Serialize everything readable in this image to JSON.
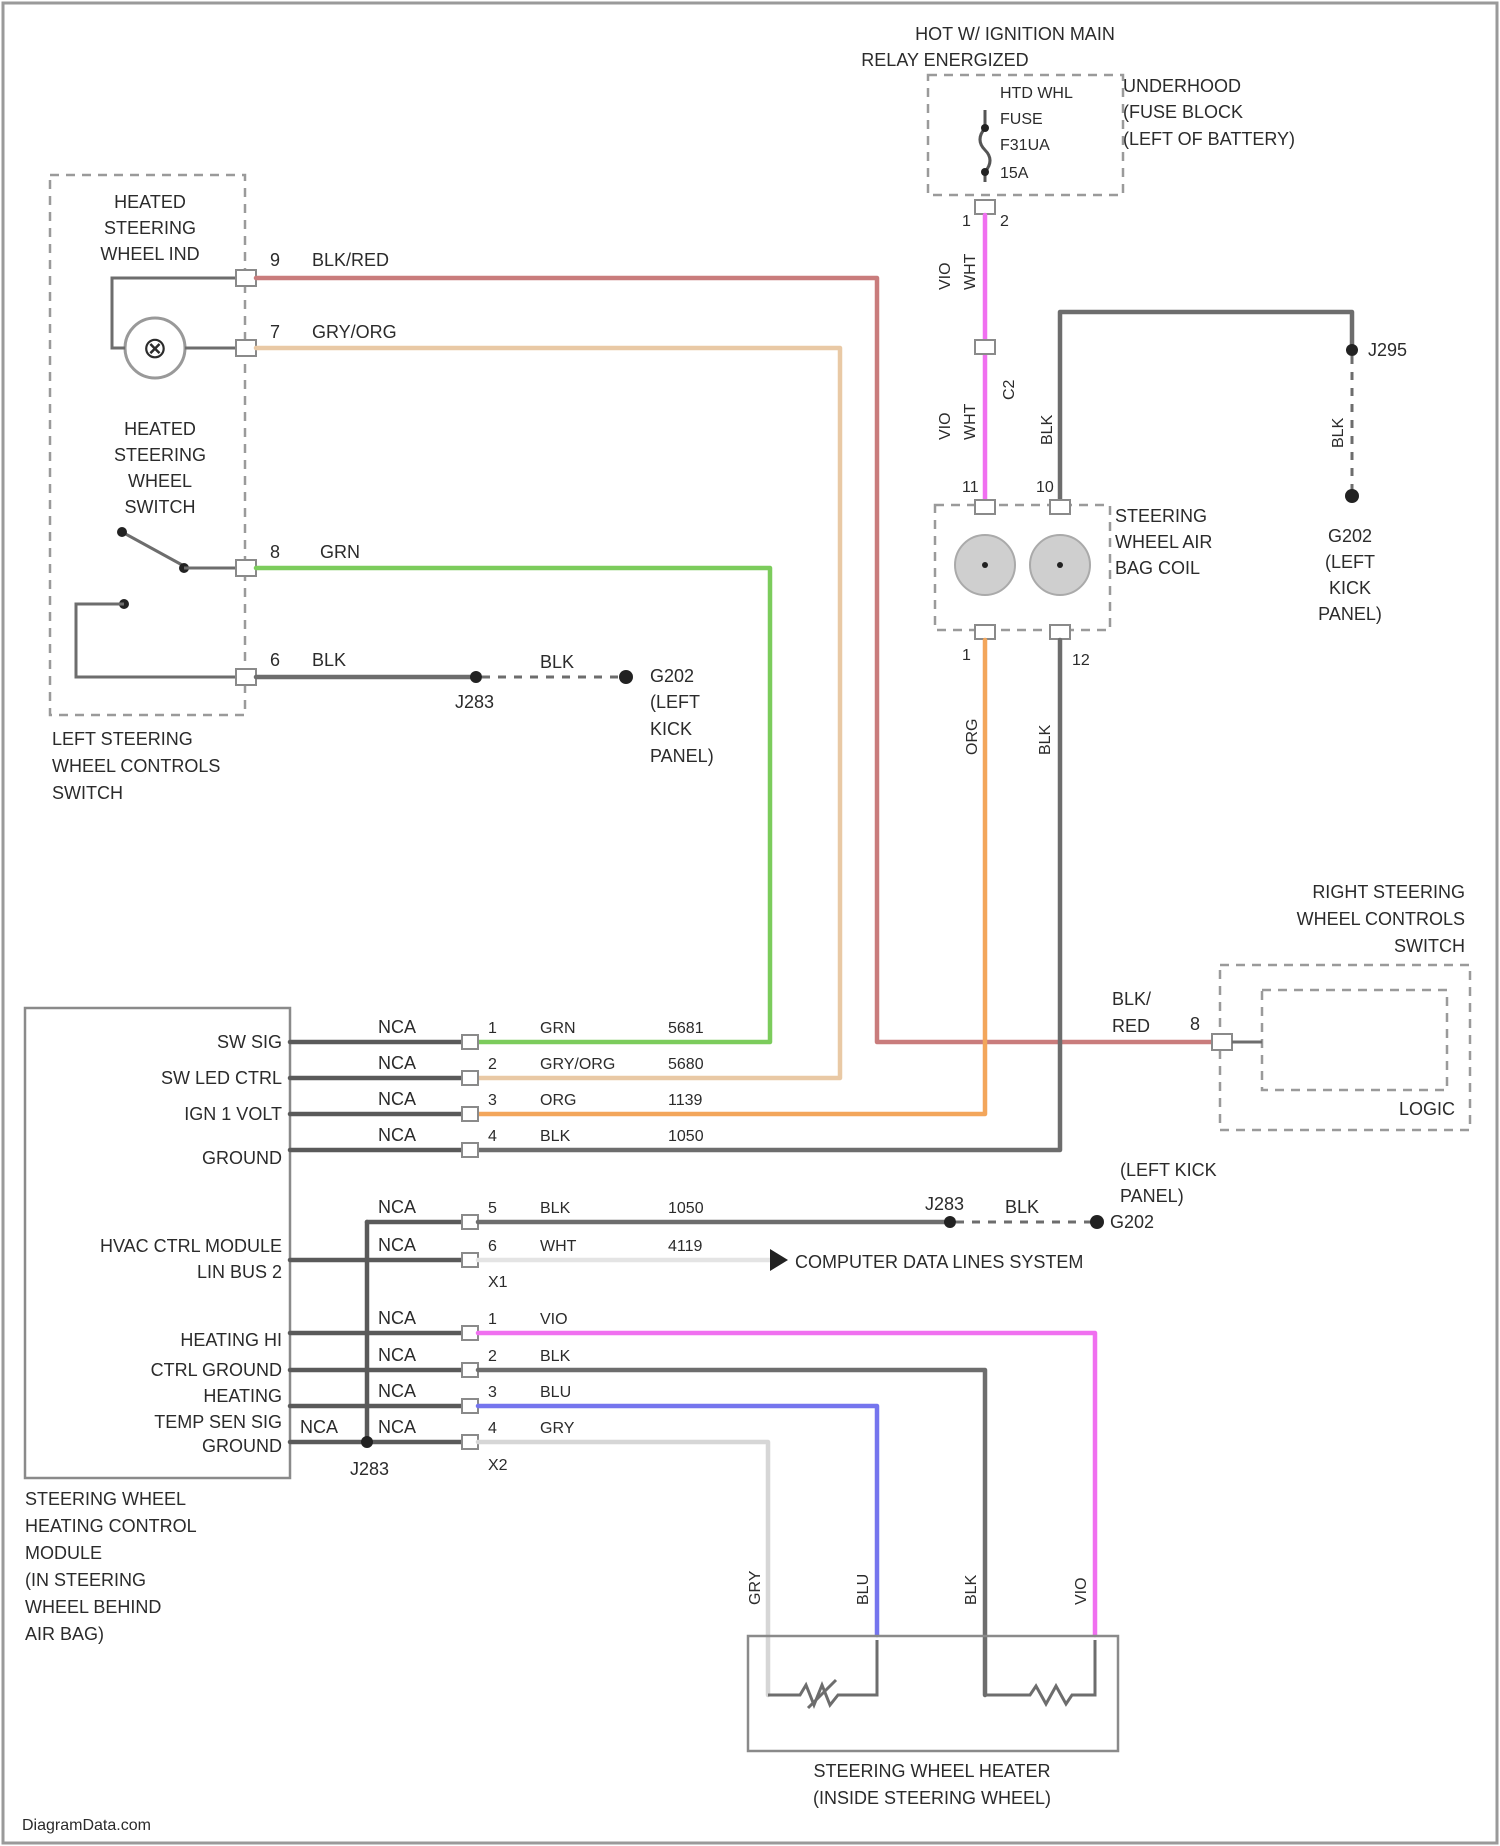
{
  "colors": {
    "blk_red": "#c97c7c",
    "gry_org": "#e9c9a5",
    "grn": "#7ccc5c",
    "org": "#f3a65b",
    "vio": "#f070f0",
    "blu": "#7575ee",
    "blk": "#6d6d6d",
    "gry": "#d6d6d6",
    "module_wire": "#5a5a5a"
  },
  "hot_label": [
    "HOT W/ IGNITION MAIN",
    "RELAY ENERGIZED"
  ],
  "fuse_block": {
    "fuse": [
      "HTD WHL",
      "FUSE",
      "F31UA",
      "15A"
    ],
    "name": [
      "UNDERHOOD",
      "(FUSE BLOCK",
      "(LEFT OF BATTERY)"
    ],
    "pin_a": "1",
    "pin_b": "2"
  },
  "air_bag_coil": {
    "name": [
      "STEERING",
      "WHEEL AIR",
      "BAG COIL"
    ],
    "top_pins": [
      "11",
      "10"
    ],
    "bottom_pins": [
      "1",
      "12"
    ],
    "wire_labels": [
      "VIO",
      "WHT",
      "VIO",
      "WHT",
      "BLK",
      "ORG",
      "BLK"
    ],
    "connector": "C2"
  },
  "left_switch": {
    "indicator_name": [
      "HEATED",
      "STEERING",
      "WHEEL IND"
    ],
    "indicator_symbol": "⊗",
    "switch_name": [
      "HEATED",
      "STEERING",
      "WHEEL",
      "SWITCH"
    ],
    "name": [
      "LEFT STEERING",
      "WHEEL CONTROLS",
      "SWITCH"
    ],
    "pins": [
      {
        "num": "9",
        "wire": "BLK/RED"
      },
      {
        "num": "7",
        "wire": "GRY/ORG"
      },
      {
        "num": "8",
        "wire": "GRN"
      },
      {
        "num": "6",
        "wire": "BLK"
      }
    ]
  },
  "splices": {
    "j283": "J283",
    "g202": "G202",
    "g202_loc": [
      "(LEFT",
      "KICK",
      "PANEL)"
    ],
    "j295": "J295",
    "g202_right": [
      "G202",
      "(LEFT",
      "KICK",
      "PANEL)"
    ],
    "blk": "BLK",
    "j283_mid": "J283",
    "kick_top": [
      "(LEFT KICK",
      "PANEL)"
    ],
    "g202_mid": "G202",
    "j283_bottom": "J283"
  },
  "right_switch": {
    "name": [
      "RIGHT STEERING",
      "WHEEL CONTROLS",
      "SWITCH"
    ],
    "logic": "LOGIC",
    "pin": "8",
    "wire": [
      "BLK/",
      "RED"
    ]
  },
  "module": {
    "labels": [
      "SW SIG",
      "SW LED CTRL",
      "IGN 1 VOLT",
      "GROUND",
      "HVAC CTRL MODULE",
      "LIN BUS 2",
      "HEATING HI",
      "CTRL GROUND",
      "HEATING",
      "TEMP SEN SIG",
      "GROUND"
    ],
    "name": [
      "STEERING WHEEL",
      "HEATING CONTROL",
      "MODULE",
      "(IN STEERING",
      "WHEEL BEHIND",
      "AIR BAG)"
    ],
    "nca": "NCA"
  },
  "connector_x1": {
    "name": "X1",
    "rows": [
      {
        "pin": "1",
        "wire": "GRN",
        "circuit": "5681"
      },
      {
        "pin": "2",
        "wire": "GRY/ORG",
        "circuit": "5680"
      },
      {
        "pin": "3",
        "wire": "ORG",
        "circuit": "1139"
      },
      {
        "pin": "4",
        "wire": "BLK",
        "circuit": "1050"
      },
      {
        "pin": "5",
        "wire": "BLK",
        "circuit": "1050"
      },
      {
        "pin": "6",
        "wire": "WHT",
        "circuit": "4119"
      }
    ]
  },
  "connector_x2": {
    "name": "X2",
    "rows": [
      {
        "pin": "1",
        "wire": "VIO"
      },
      {
        "pin": "2",
        "wire": "BLK"
      },
      {
        "pin": "3",
        "wire": "BLU"
      },
      {
        "pin": "4",
        "wire": "GRY"
      }
    ]
  },
  "data_lines": "COMPUTER DATA LINES SYSTEM",
  "heater": {
    "name": [
      "STEERING WHEEL HEATER",
      "(INSIDE STEERING WHEEL)"
    ],
    "wire_labels": [
      "GRY",
      "BLU",
      "BLK",
      "VIO"
    ]
  },
  "watermark": "DiagramData.com"
}
